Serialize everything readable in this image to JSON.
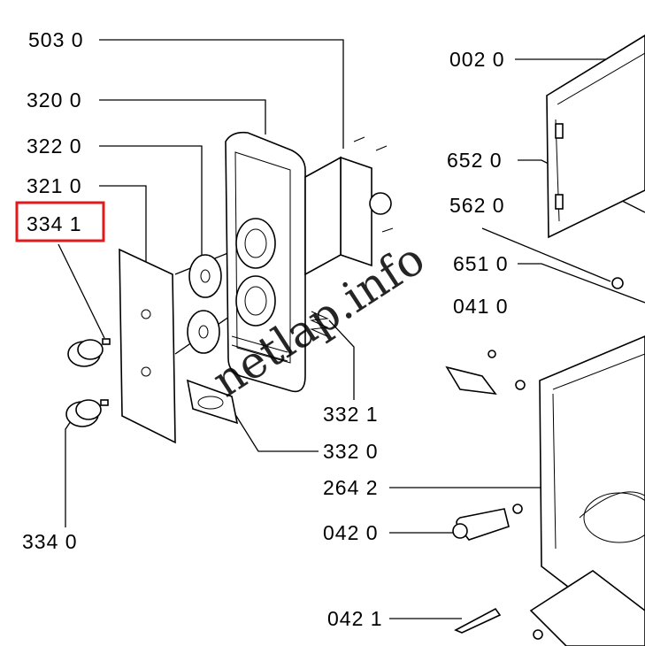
{
  "diagram": {
    "labels": {
      "l5030": "503 0",
      "l3200": "320 0",
      "l3220": "322 0",
      "l3210": "321 0",
      "l3341": "334 1",
      "l3340": "334 0",
      "l0020": "002 0",
      "l6520": "652 0",
      "l5620": "562 0",
      "l6510": "651 0",
      "l0410": "041 0",
      "l3321": "332 1",
      "l3320": "332 0",
      "l2642": "264 2",
      "l0420": "042 0",
      "l0421": "042 1"
    },
    "highlighted_label": "334 1",
    "highlight_color": "#e0191b",
    "watermark": "netlap.info"
  }
}
